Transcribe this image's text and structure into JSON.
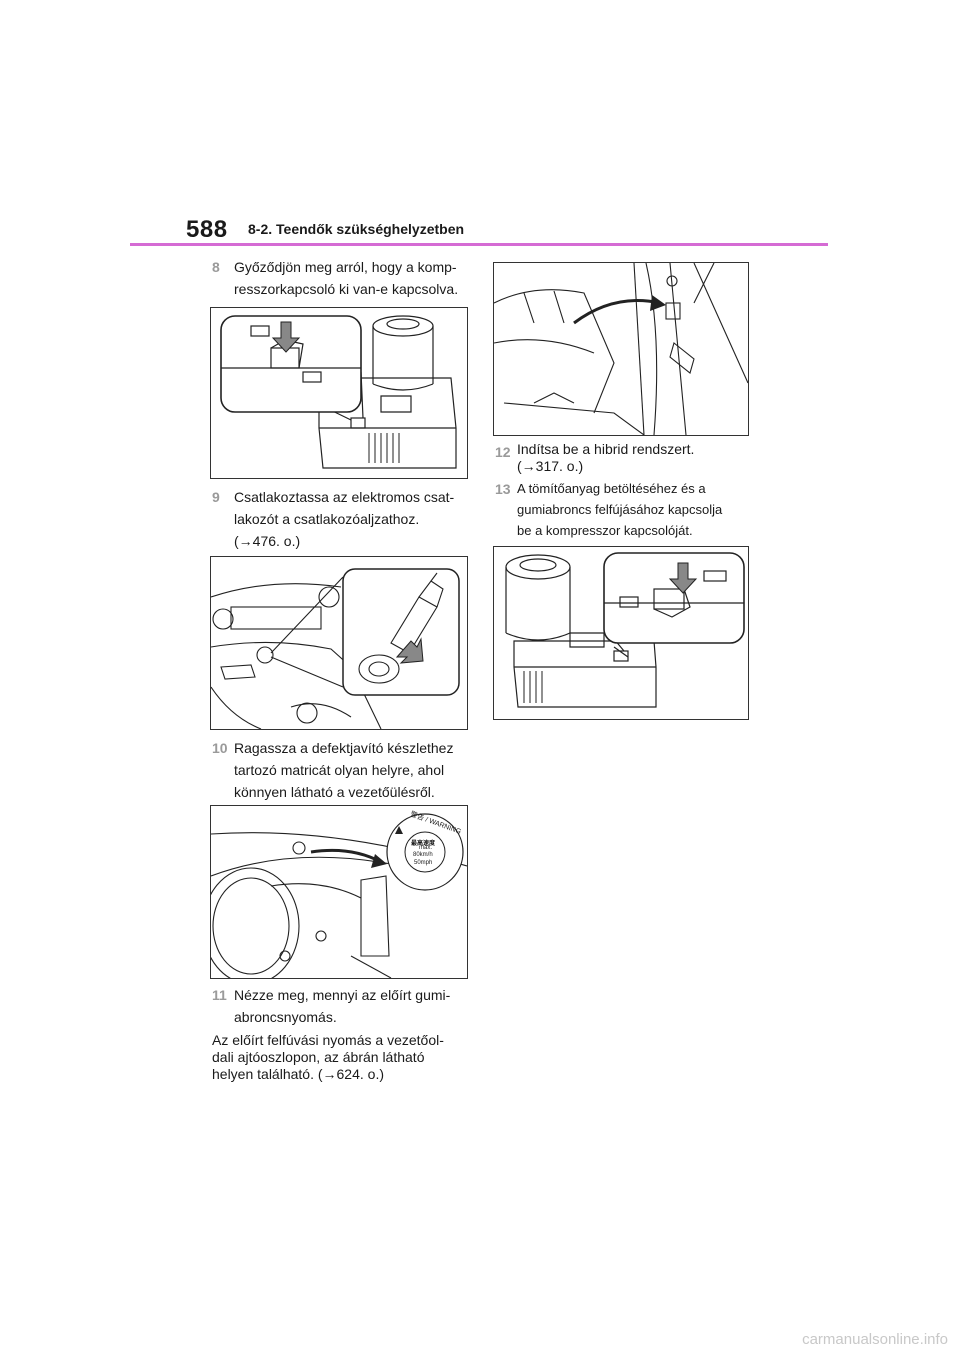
{
  "header": {
    "page_number": "588",
    "section": "8-2. Teendők szükséghelyzetben",
    "accent_color": "#d56bd4"
  },
  "steps": {
    "s8": {
      "num": "8",
      "lines": [
        "Győződjön meg arról, hogy a komp-",
        "resszorkapcsoló ki van-e kapcsolva."
      ]
    },
    "s9": {
      "num": "9",
      "lines": [
        "Csatlakoztassa az elektromos csat-",
        "lakozót a csatlakozóaljzathoz.",
        "(→476. o.)"
      ]
    },
    "s10": {
      "num": "10",
      "lines": [
        "Ragassza a defektjavító készlethez",
        "tartozó matricát olyan helyre, ahol",
        "könnyen látható a vezetőülésről."
      ]
    },
    "s11": {
      "num": "11",
      "lines": [
        "Nézze meg, mennyi az előírt gumi-",
        "abroncsnyomás."
      ]
    },
    "s12": {
      "num": "12",
      "lines": [
        "Indítsa be a hibrid rendszert.",
        "(→317. o.)"
      ]
    },
    "s13": {
      "num": "13",
      "lines": [
        "A tömítőanyag betöltéséhez és a",
        "gumiabroncs felfújásához kapcsolja",
        "be a kompresszor kapcsolóját."
      ]
    }
  },
  "paragraph": {
    "lines": [
      "Az előírt felfúvási nyomás a vezetőol-",
      "dali ajtóoszlopon, az ábrán látható",
      "helyen található. (→624. o.)"
    ]
  },
  "sticker": {
    "title": "警告 / WARNING",
    "speed_label": "最高速度",
    "max": "max.",
    "kmh": "80km/h",
    "mph": "50mph"
  },
  "footer": {
    "watermark": "carmanualsonline.info"
  }
}
